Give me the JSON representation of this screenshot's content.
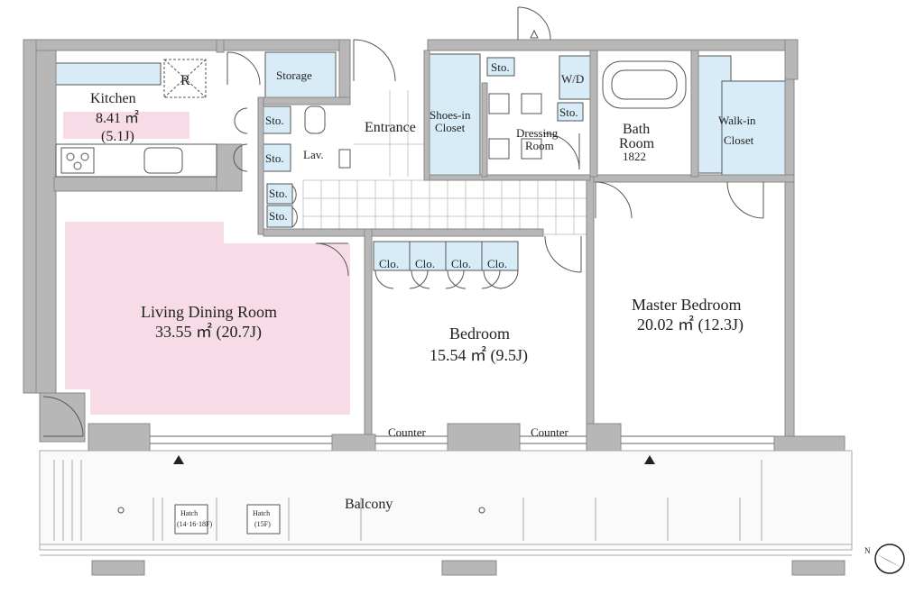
{
  "rooms": {
    "kitchen": {
      "name": "Kitchen",
      "area": "8.41 ㎡",
      "tatami": "(5.1J)"
    },
    "living": {
      "name": "Living Dining Room",
      "area": "33.55 ㎡ (20.7J)"
    },
    "bedroom": {
      "name": "Bedroom",
      "area": "15.54 ㎡ (9.5J)"
    },
    "master": {
      "name": "Master Bedroom",
      "area": "20.02 ㎡ (12.3J)"
    },
    "bath": {
      "line1": "Bath",
      "line2": "Room",
      "size": "1822"
    },
    "dressing": {
      "line1": "Dressing",
      "line2": "Room"
    },
    "walkin": {
      "line1": "Walk-in",
      "line2": "Closet"
    },
    "shoes": {
      "line1": "Shoes-in",
      "line2": "Closet"
    },
    "entrance": "Entrance",
    "storage": "Storage",
    "lav": "Lav.",
    "balcony": "Balcony"
  },
  "fixtures": {
    "refrigerator": "R",
    "washer": "W/D",
    "sto": "Sto.",
    "clo": "Clo.",
    "counter": "Counter",
    "hatch1": {
      "line1": "Hatch",
      "line2": "(14·16·18F)"
    },
    "hatch2": {
      "line1": "Hatch",
      "line2": "(15F)"
    }
  },
  "colors": {
    "wall": "#b7b7b7",
    "wall_edge": "#8a8a8a",
    "closet_blue": "#d8ecf7",
    "room_pink": "#f7dbe6",
    "line": "#555555"
  }
}
